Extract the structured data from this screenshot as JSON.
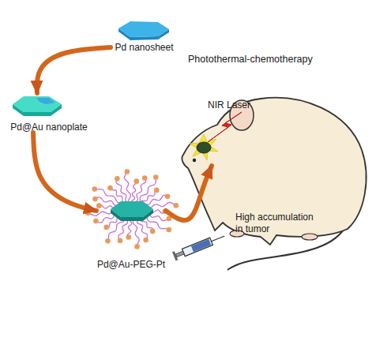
{
  "diagram": {
    "nodes": [
      {
        "text": [
          "Pd nanosheet"
        ]
      },
      {
        "text": [
          "Pd@Au nanoplate"
        ]
      },
      {
        "text": [
          "Pd@Au-PEG-Pt"
        ]
      },
      {
        "text": [
          "Photothermal-chemotherapy",
          "NIR Laser",
          "High accumulation in tumor"
        ]
      }
    ],
    "edges": [
      {
        "from": 0,
        "to": 1,
        "arrow": "to"
      },
      {
        "from": 1,
        "to": 2,
        "arrow": "to"
      },
      {
        "from": 2,
        "to": 3,
        "arrow": "to"
      }
    ]
  }
}
